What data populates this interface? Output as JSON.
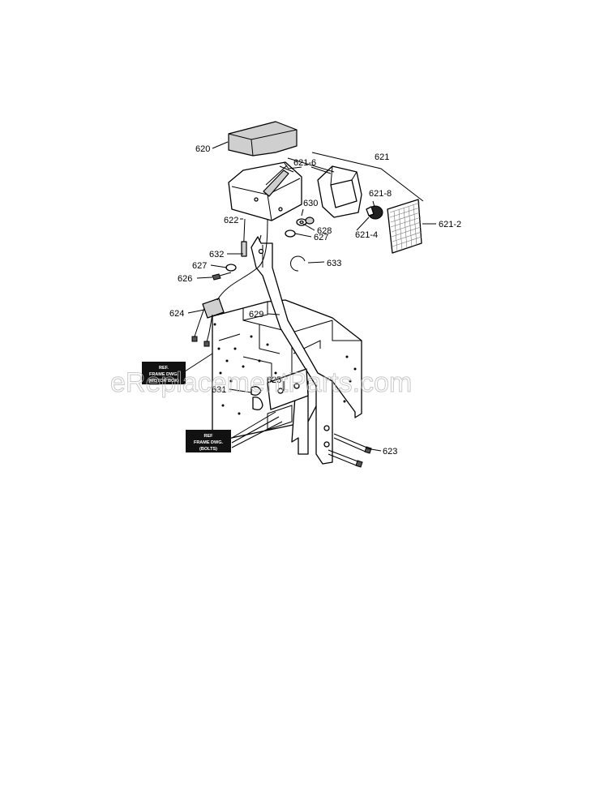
{
  "labels": {
    "l620": "620",
    "l621": "621",
    "l621_6": "621-6",
    "l621_8": "621-8",
    "l621_4": "621-4",
    "l621_2": "621-2",
    "l622": "622",
    "l630": "630",
    "l628": "628",
    "l627a": "627",
    "l632": "632",
    "l633": "633",
    "l627b": "627",
    "l626": "626",
    "l624": "624",
    "l629": "629",
    "l625": "625",
    "l631": "631",
    "l623": "623"
  },
  "ref_motor": [
    "REF.",
    "FRAME DWG.",
    "(MOTOR BOX)"
  ],
  "ref_bolts": [
    "REF",
    "FRAME DWG.",
    "(BOLTS)"
  ],
  "watermark": "eReplacementParts.com"
}
